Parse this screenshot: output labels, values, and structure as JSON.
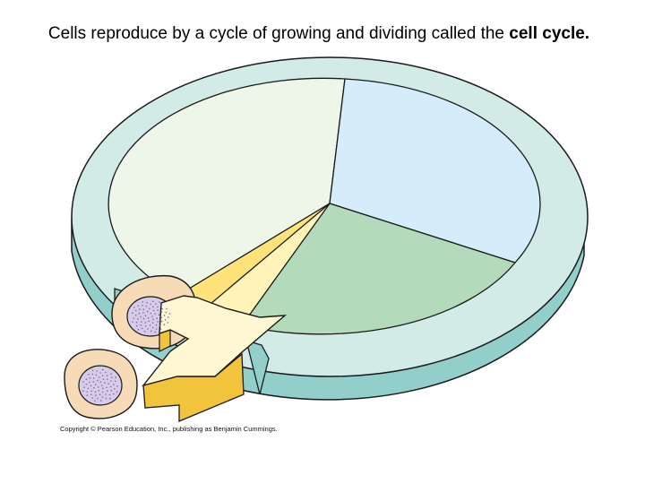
{
  "slide": {
    "title_text": "Cells reproduce by a cycle of growing and dividing called the ",
    "title_emphasis": "cell cycle.",
    "copyright": "Copyright © Pearson Education, Inc., publishing as Benjamin Cummings."
  },
  "colors": {
    "ring_top": "#d2ebe7",
    "ring_side": "#93cfca",
    "wedge_interphase": "#eef6ea",
    "wedge_blue": "#d5ecfb",
    "wedge_green": "#b2dabb",
    "wedge_yellow": "#ffe27a",
    "wedge_pale_yellow": "#fff3b8",
    "arrow_top": "#fff6d2",
    "arrow_side": "#f2c43c",
    "cell_body": "#f7dbb7",
    "nucleus": "#d6cbe8",
    "outline": "#1a1a1a"
  }
}
